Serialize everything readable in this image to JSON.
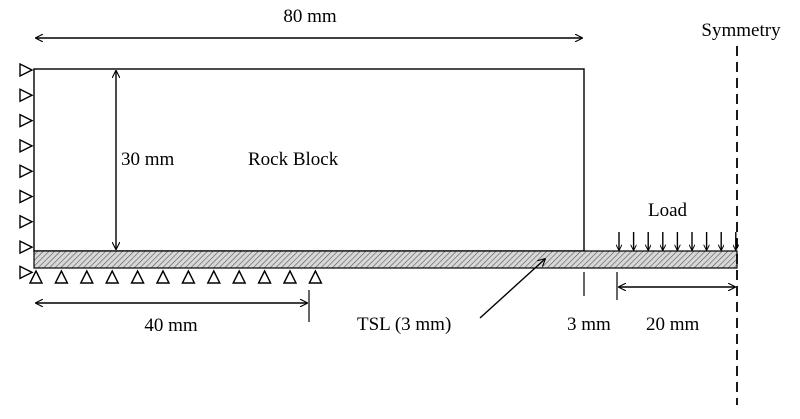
{
  "labels": {
    "width_80": "80 mm",
    "symmetry": "Symmetry",
    "height_30": "30 mm",
    "rock_block": "Rock Block",
    "load": "Load",
    "width_40": "40 mm",
    "tsl": "TSL (3 mm)",
    "gap_3": "3 mm",
    "width_20": "20 mm"
  }
}
